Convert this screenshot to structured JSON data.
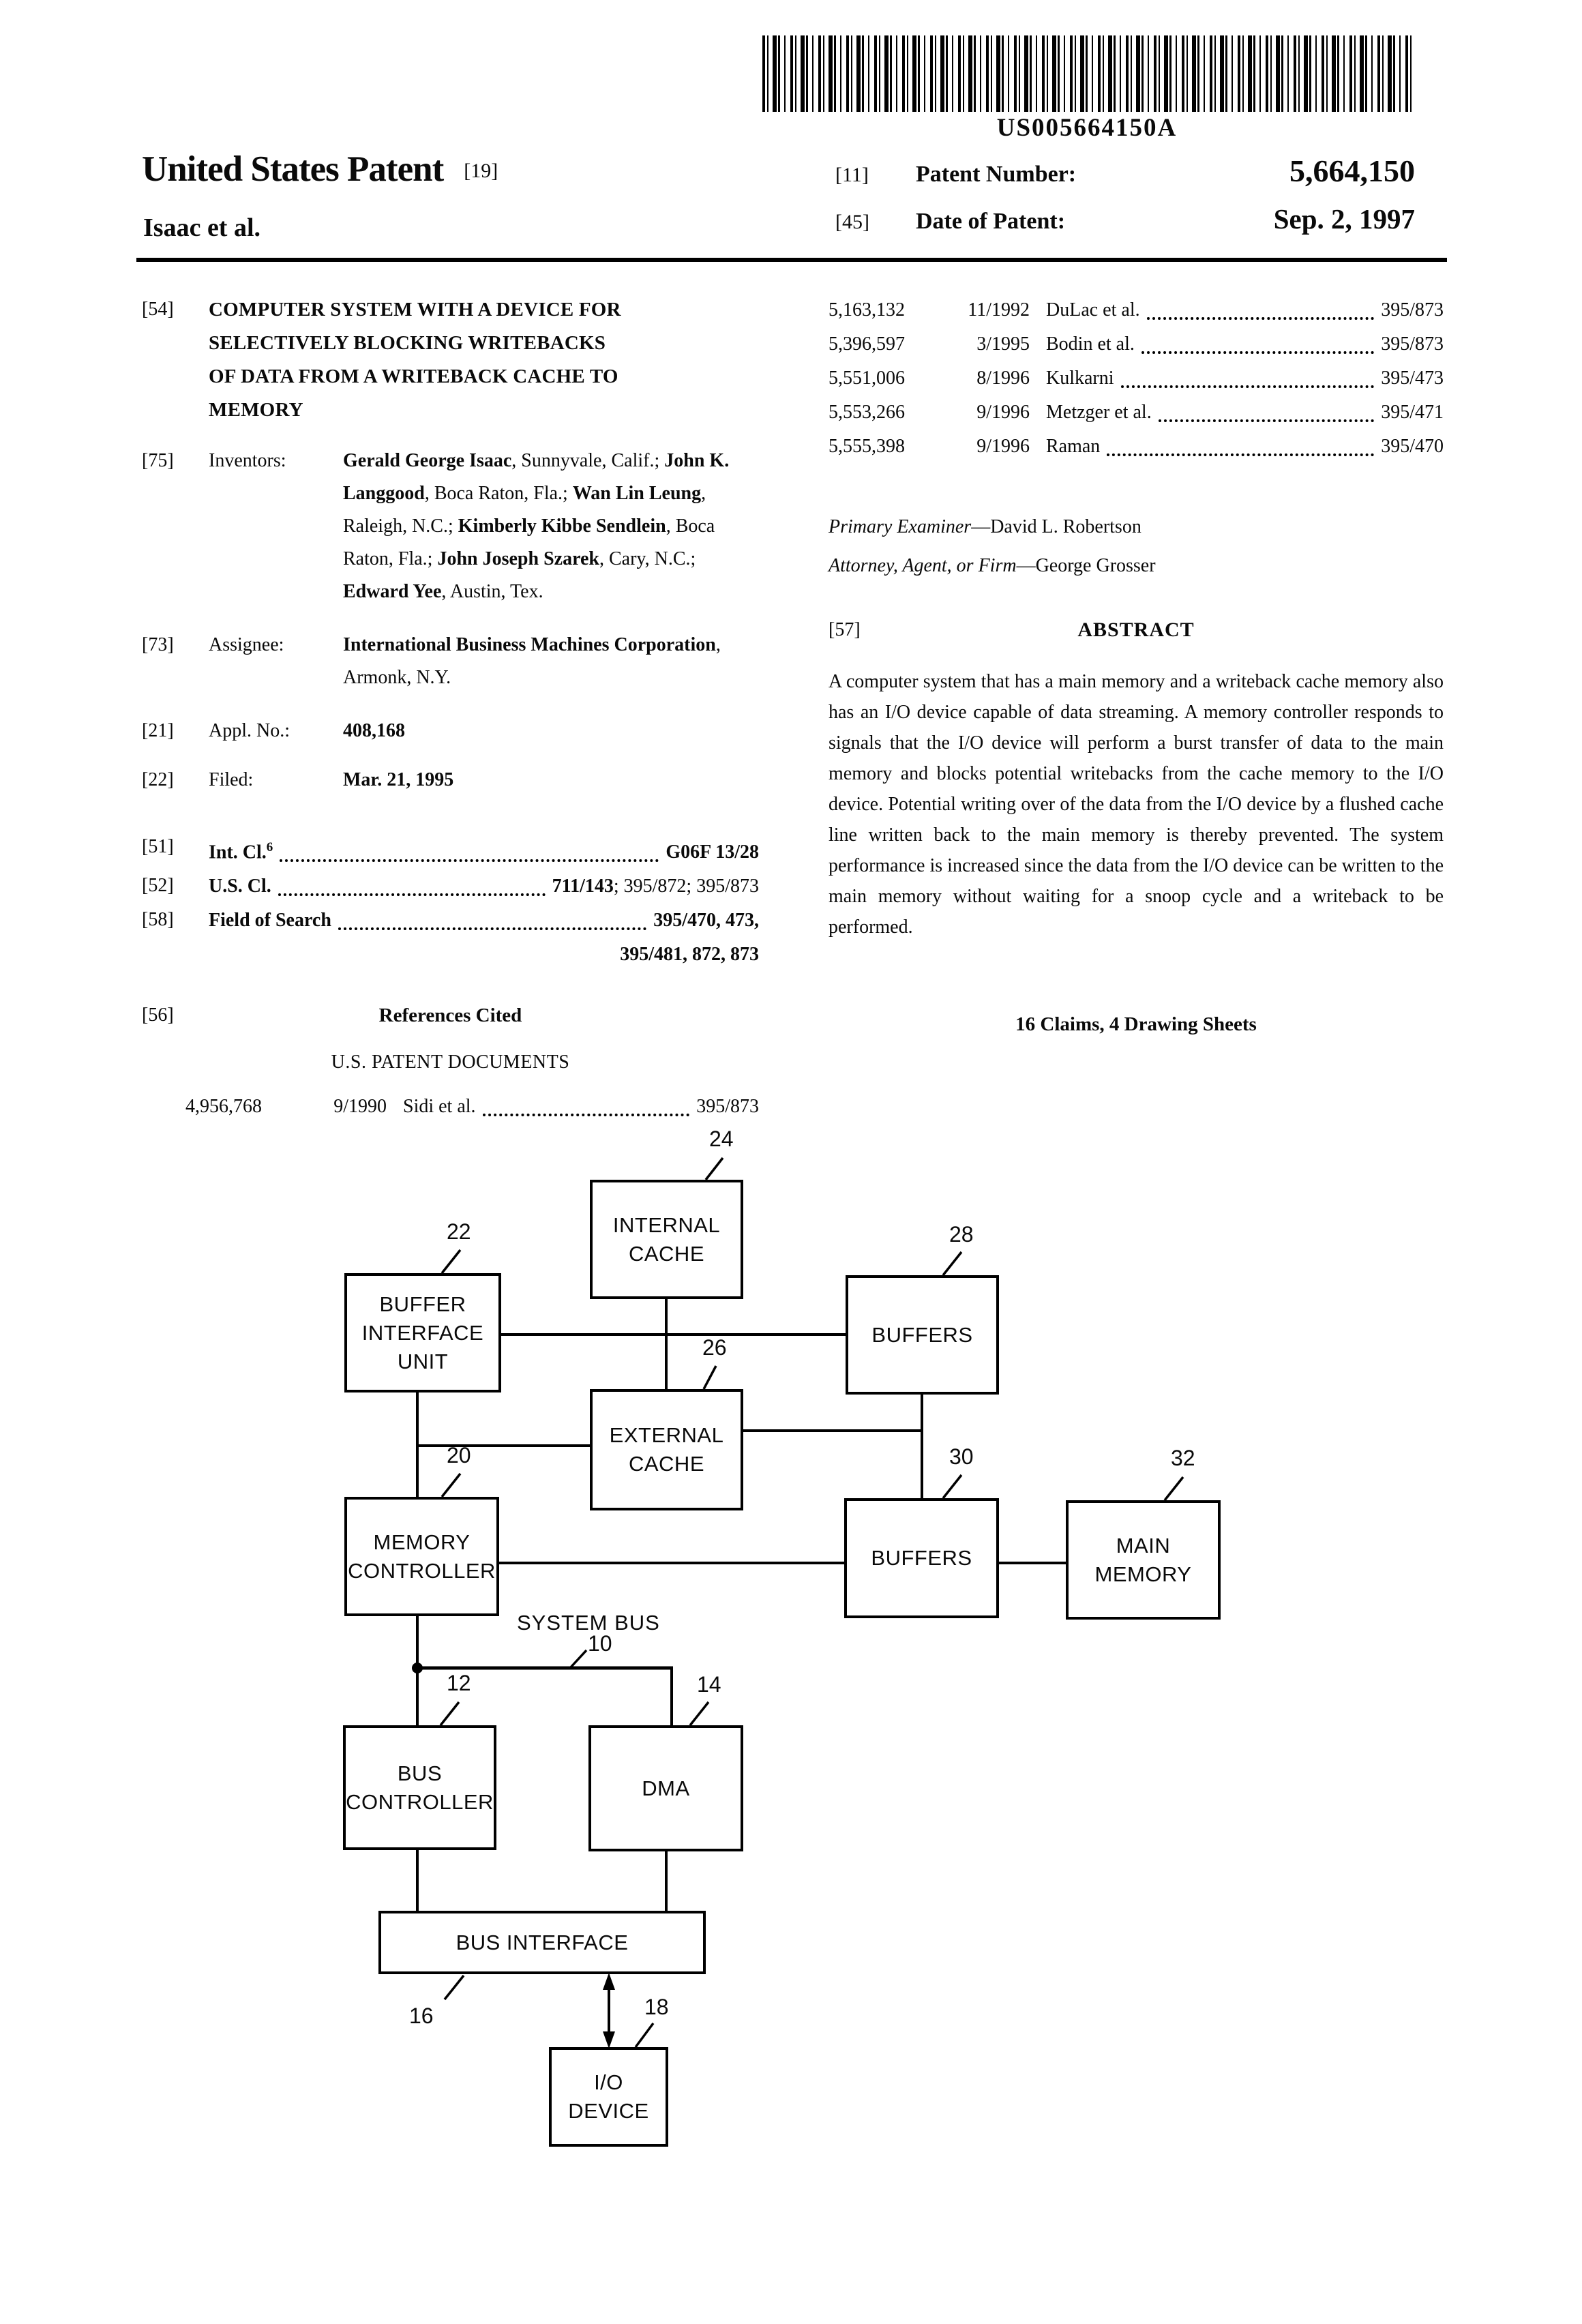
{
  "barcode": {
    "code_text": "US005664150A"
  },
  "header": {
    "title": "United States Patent",
    "title_tag": "[19]",
    "party_line": "Isaac et al.",
    "rows": [
      {
        "tag": "[11]",
        "label": "Patent Number:",
        "value": "5,664,150"
      },
      {
        "tag": "[45]",
        "label": "Date of Patent:",
        "value": "Sep. 2, 1997"
      }
    ]
  },
  "left": {
    "title_section": {
      "tag": "[54]",
      "title": "COMPUTER SYSTEM WITH A DEVICE FOR\nSELECTIVELY BLOCKING WRITEBACKS\nOF DATA FROM A WRITEBACK CACHE TO\nMEMORY"
    },
    "inventors": {
      "tag": "[75]",
      "label": "Inventors:",
      "list": [
        {
          "name": "Gerald George Isaac",
          "rest": ", Sunnyvale, Calif.; "
        },
        {
          "name": "John K. Langgood",
          "rest": ", Boca Raton, Fla.; "
        },
        {
          "name": "Wan Lin Leung",
          "rest": ", Raleigh, N.C.; "
        },
        {
          "name": "Kimberly Kibbe Sendlein",
          "rest": ", Boca Raton, Fla.; "
        },
        {
          "name": "John Joseph Szarek",
          "rest": ", Cary, N.C.; "
        },
        {
          "name": "Edward Yee",
          "rest": ", Austin, Tex."
        }
      ]
    },
    "assignee": {
      "tag": "[73]",
      "label": "Assignee:",
      "name": "International Business Machines Corporation",
      "rest": ", Armonk, N.Y."
    },
    "appl_no": {
      "tag": "[21]",
      "label": "Appl. No.:",
      "value": "408,168"
    },
    "filed": {
      "tag": "[22]",
      "label": "Filed:",
      "value": "Mar. 21, 1995"
    },
    "int_cl": {
      "tag": "[51]",
      "label": "Int. Cl.",
      "label_sup": "6",
      "value": "G06F 13/28"
    },
    "us_cl": {
      "tag": "[52]",
      "label": "U.S. Cl.",
      "value_bold": "711/143",
      "value_rest": "; 395/872; 395/873"
    },
    "field_of_search": {
      "tag": "[58]",
      "label": "Field of Search",
      "value_line1": "395/470, 473,",
      "value_line2": "395/481, 872, 873"
    },
    "references": {
      "tag": "[56]",
      "heading": "References Cited",
      "subheading": "U.S. PATENT DOCUMENTS",
      "rows": [
        {
          "number": "4,956,768",
          "date": "9/1990",
          "name": "Sidi et al.",
          "class": "395/873"
        }
      ]
    }
  },
  "right": {
    "us_refs": [
      {
        "number": "5,163,132",
        "date": "11/1992",
        "name": "DuLac et al.",
        "class": "395/873"
      },
      {
        "number": "5,396,597",
        "date": "3/1995",
        "name": "Bodin et al.",
        "class": "395/873"
      },
      {
        "number": "5,551,006",
        "date": "8/1996",
        "name": "Kulkarni",
        "class": "395/473"
      },
      {
        "number": "5,553,266",
        "date": "9/1996",
        "name": "Metzger et al.",
        "class": "395/471"
      },
      {
        "number": "5,555,398",
        "date": "9/1996",
        "name": "Raman",
        "class": "395/470"
      }
    ],
    "examiner": {
      "label": "Primary Examiner",
      "value": "—David L. Robertson"
    },
    "attorney": {
      "label": "Attorney, Agent, or Firm",
      "value": "—George Grosser"
    },
    "abstract": {
      "tag": "[57]",
      "heading": "ABSTRACT",
      "text": "A computer system that has a main memory and a writeback cache memory also has an I/O device capable of data streaming. A memory controller responds to signals that the I/O device will perform a burst transfer of data to the main memory and blocks potential writebacks from the cache memory to the I/O device. Potential writing over of the data from the I/O device by a flushed cache line written back to the main memory is thereby prevented. The system performance is increased since the data from the I/O device can be written to the main memory without waiting for a snoop cycle and a writeback to be performed."
    },
    "claims_line": "16 Claims, 4 Drawing Sheets"
  },
  "diagram": {
    "system_bus_label": "SYSTEM BUS",
    "system_bus_ref": "10",
    "boxes": {
      "internal_cache": {
        "label": "INTERNAL\nCACHE",
        "ref": "24"
      },
      "buffer_interface_unit": {
        "label": "BUFFER\nINTERFACE\nUNIT",
        "ref": "22"
      },
      "buffers_top": {
        "label": "BUFFERS",
        "ref": "28"
      },
      "external_cache": {
        "label": "EXTERNAL\nCACHE",
        "ref": "26"
      },
      "memory_controller": {
        "label": "MEMORY\nCONTROLLER",
        "ref": "20"
      },
      "buffers_bottom": {
        "label": "BUFFERS",
        "ref": "30"
      },
      "main_memory": {
        "label": "MAIN\nMEMORY",
        "ref": "32"
      },
      "bus_controller": {
        "label": "BUS\nCONTROLLER",
        "ref": "12"
      },
      "dma": {
        "label": "DMA",
        "ref": "14"
      },
      "bus_interface": {
        "label": "BUS INTERFACE",
        "ref": "16"
      },
      "io_device": {
        "label": "I/O\nDEVICE",
        "ref": "18"
      }
    }
  }
}
